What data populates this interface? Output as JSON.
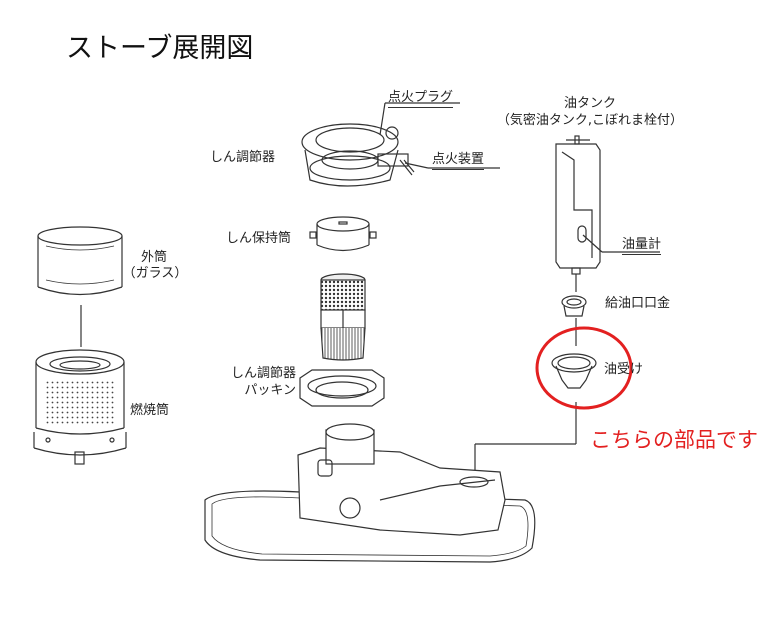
{
  "title": "ストーブ展開図",
  "parts": {
    "ignition_plug": "点火プラグ",
    "wick_adjuster": "しん調節器",
    "igniter": "点火装置",
    "oil_tank_line1": "油タンク",
    "oil_tank_line2": "（気密油タンク,こぼれま栓付）",
    "oil_gauge": "油量計",
    "outer_cylinder_line1": "外筒",
    "outer_cylinder_line2": "（ガラス）",
    "wick_holder": "しん保持筒",
    "fuel_cap": "給油口口金",
    "wick_packing_line1": "しん調節器",
    "wick_packing_line2": "パッキン",
    "oil_receiver": "油受け",
    "combustion_cylinder": "燃焼筒"
  },
  "highlight": {
    "target_part": "油受け",
    "callout_text": "こちらの部品です",
    "color": "#e32020"
  }
}
